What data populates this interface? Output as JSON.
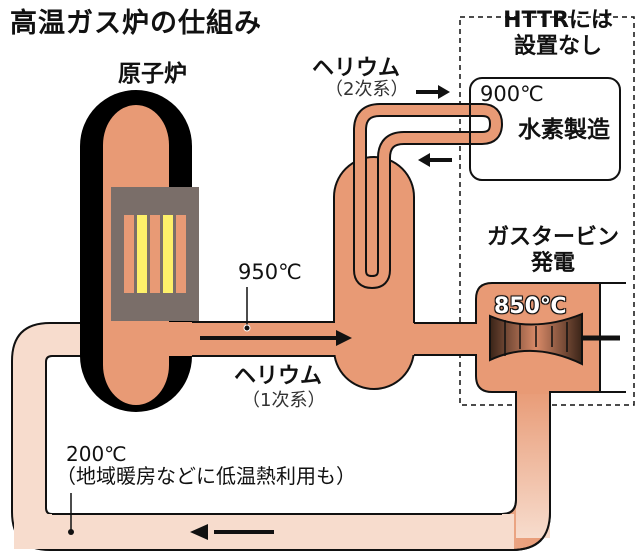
{
  "title": "高温ガス炉の仕組み",
  "reactor": {
    "label": "原子炉"
  },
  "primary_loop": {
    "outlet_temp": "950℃",
    "return_temp": "200℃",
    "return_note": "（地域暖房などに低温熱利用も）",
    "medium": "ヘリウム",
    "medium_note": "（1次系）"
  },
  "secondary_loop": {
    "medium": "ヘリウム",
    "medium_note": "（2次系）"
  },
  "httr_box": {
    "line1": "HTTRには",
    "line2": "設置なし"
  },
  "hydrogen": {
    "temp": "900℃",
    "label": "水素製造"
  },
  "gas_turbine": {
    "line1": "ガスタービン",
    "line2": "発電",
    "temp": "850℃"
  },
  "colors": {
    "pipe": "#e89a75",
    "pipe_cool": "#f7dccd",
    "vessel_wall": "#000000",
    "core": "#7a6e69",
    "fuel_yellow": "#fdf06a",
    "outline": "#111111"
  }
}
